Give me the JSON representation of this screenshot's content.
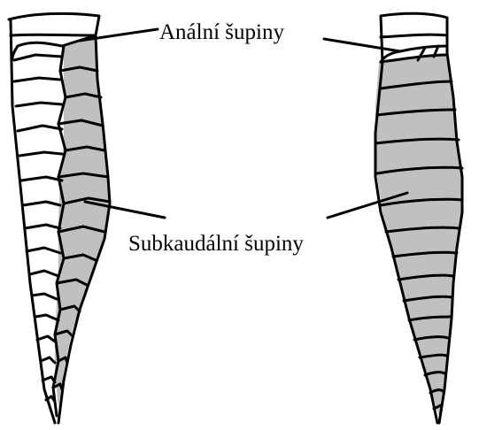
{
  "labels": {
    "anal": "Anální šupiny",
    "subcaudal": "Subkaudální šupiny"
  },
  "colors": {
    "outline": "#000000",
    "scale_fill": "#c0c0c0",
    "background": "#ffffff"
  },
  "panels": [
    {
      "id": "left-tail",
      "subcaudal_arrangement": "divided (paired)",
      "shaded": "right half"
    },
    {
      "id": "right-tail",
      "subcaudal_arrangement": "undivided (single)",
      "shaded": "full width"
    }
  ]
}
